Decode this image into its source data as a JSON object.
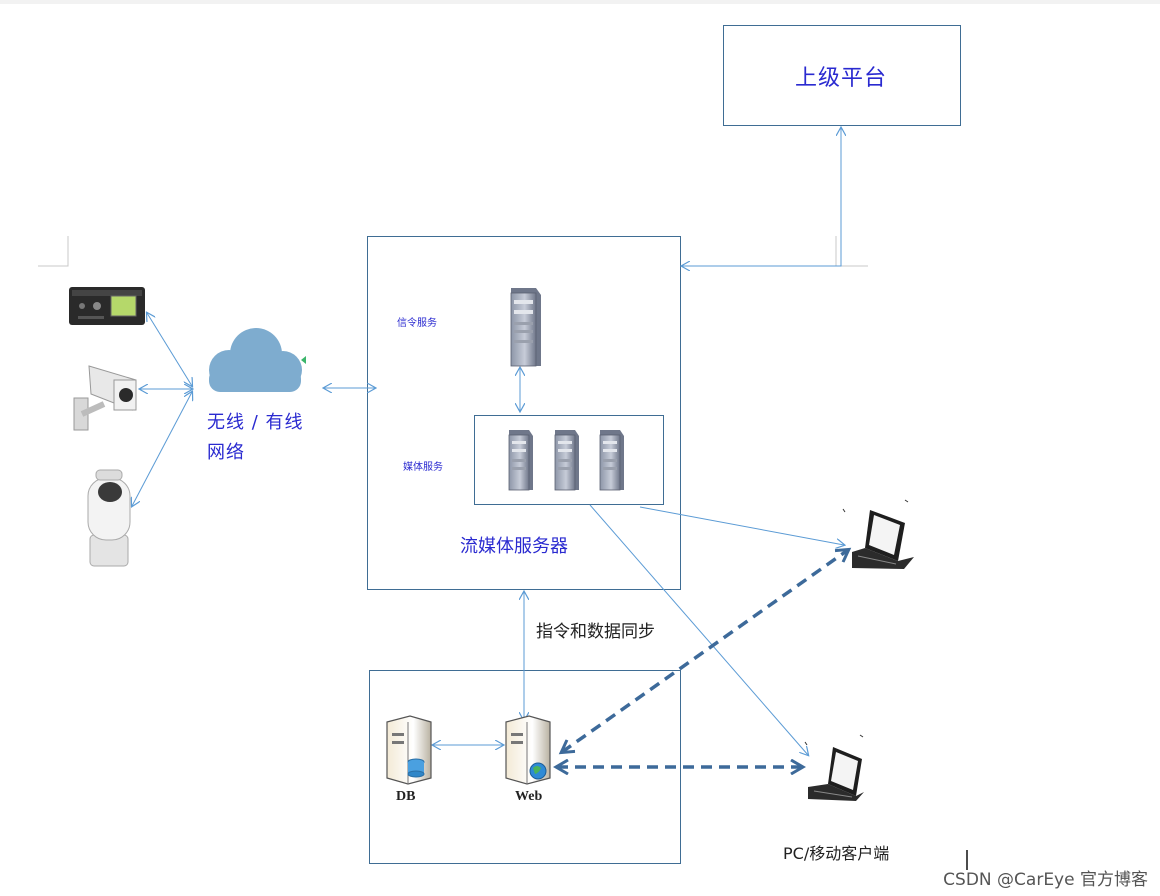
{
  "nodes": {
    "upper_platform": "上级平台",
    "network": "无线 / 有线",
    "network_line2": "网络",
    "signaling": "信令服务",
    "media": "媒体服务",
    "streaming_server": "流媒体服务器",
    "sync": "指令和数据同步",
    "db": "DB",
    "web": "Web",
    "clients": "PC/移动客户端"
  },
  "watermark": "CSDN @CarEye 官方博客",
  "colors": {
    "box_border": "#3f6d94",
    "arrow_thin": "#5b9bd5",
    "arrow_dashed": "#3d6a9a",
    "label_blue": "#2a2ad0",
    "cloud": "#7eaccf"
  }
}
